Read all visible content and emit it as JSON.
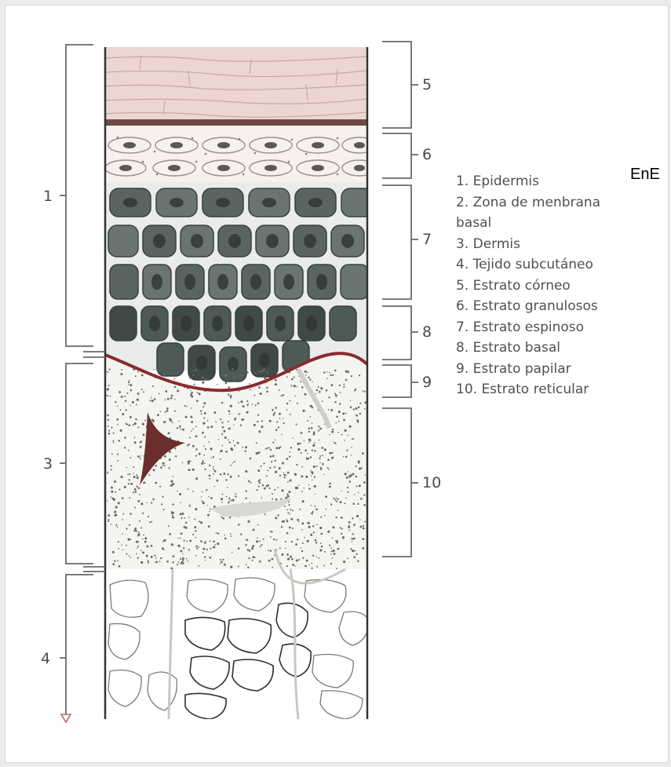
{
  "corner_text": "EnE",
  "left_labels": {
    "epidermis": "1",
    "dermis": "3",
    "subcutaneous": "4"
  },
  "right_labels": {
    "corneum": "5",
    "granulosum": "6",
    "spinosum": "7",
    "basale": "8",
    "papillary": "9",
    "reticular": "10"
  },
  "legend": [
    "1. Epidermis",
    "2. Zona de menbrana",
    "basal",
    "3. Dermis",
    "4. Tejido subcutáneo",
    "5. Estrato córneo",
    "6. Estrato granulosos",
    "7. Estrato espinoso",
    "8. Estrato basal",
    "9. Estrato papilar",
    "10. Estrato reticular"
  ],
  "colors": {
    "stratum_corneum": "#ecd6d0",
    "basal_membrane": "#8a2b2b",
    "cells_dark": "#4e5a56",
    "cells_light": "#7c8582",
    "bracket": "#6a6a6a",
    "arrow": "#b86a6a"
  }
}
